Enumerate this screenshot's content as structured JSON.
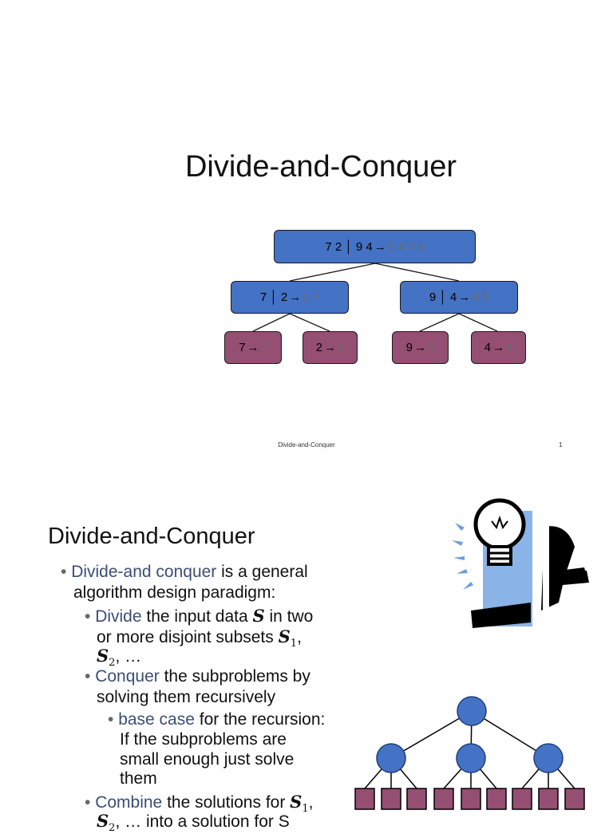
{
  "slide1": {
    "title": "Divide-and-Conquer",
    "footer": "Divide-and-Conquer",
    "page_number": "1",
    "tree": {
      "root": {
        "input": "7 2 │ 9 4",
        "arrow": "→",
        "output": "2 4 7 9"
      },
      "left": {
        "input": "7 │ 2",
        "arrow": "→",
        "output": "2 7"
      },
      "right": {
        "input": "9 │ 4",
        "arrow": "→",
        "output": "4 9"
      },
      "leaves": [
        {
          "input": "7",
          "arrow": "→",
          "output": "7"
        },
        {
          "input": "2",
          "arrow": "→",
          "output": "2"
        },
        {
          "input": "9",
          "arrow": "→",
          "output": "9"
        },
        {
          "input": "4",
          "arrow": "→",
          "output": "4"
        }
      ]
    },
    "colors": {
      "internal_node": "#4472c4",
      "leaf_node": "#954f72",
      "output_text": "#6b6b6b"
    }
  },
  "slide2": {
    "title": "Divide-and-Conquer",
    "bullets": {
      "b1_hl": "Divide-and conquer",
      "b1_rest": " is a general",
      "b1_line2": "algorithm design paradigm:",
      "b2_hl": "Divide",
      "b2_rest": " the input data ",
      "b2_math": "S",
      "b2_rest2": " in two",
      "b2_line2": "or more disjoint subsets ",
      "b2_s1": "S",
      "b2_s1_sub": "1",
      "b2_line3_s": "S",
      "b2_line3_sub": "2",
      "b2_line3_rest": ", …",
      "b3_hl": "Conquer",
      "b3_rest": " the subproblems by",
      "b3_line2": "solving them recursively",
      "b4_hl": "base case",
      "b4_rest": " for the recursion:",
      "b4_line2": "If the subproblems are",
      "b4_line3": "small enough just solve",
      "b4_line4": "them",
      "b5_hl": "Combine",
      "b5_rest": " the solutions for ",
      "b5_s": "S",
      "b5_sub": "1",
      "b5_line2": "S",
      "b5_line2_sub": "2",
      "b5_line2_rest": ", … into a solution for S"
    },
    "clipart": "idea-lightbulb-figure-icon",
    "tree_icon": "recursion-tree-icon",
    "colors": {
      "highlight": "#3b4e77",
      "tree_node": "#4472c4",
      "tree_leaf": "#954f72"
    }
  }
}
